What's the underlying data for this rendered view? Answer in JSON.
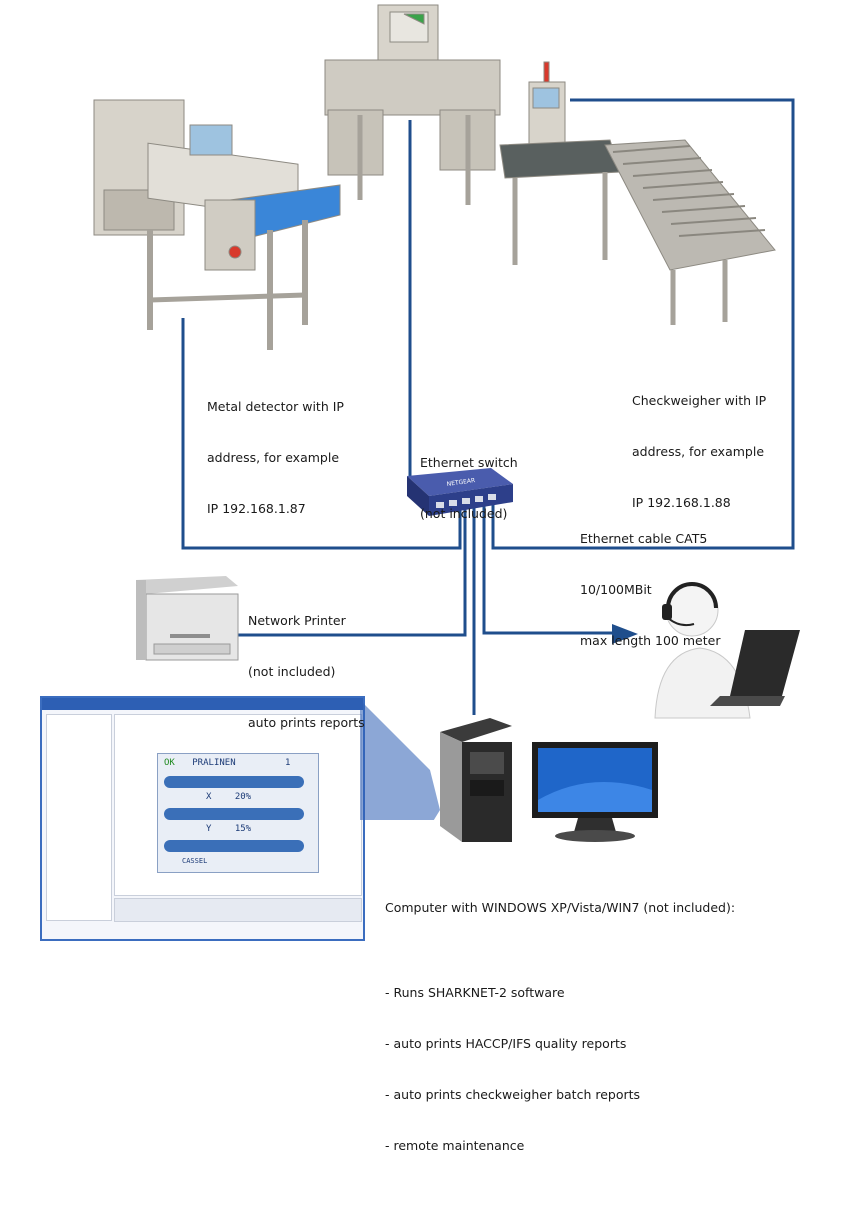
{
  "metal_detector": {
    "caption_lines": [
      "Metal detector with IP",
      "address, for example",
      "IP 192.168.1.87"
    ]
  },
  "checkweigher": {
    "caption_lines": [
      "Checkweigher with IP",
      "address, for example",
      "IP 192.168.1.88"
    ]
  },
  "switch": {
    "caption_lines": [
      "Ethernet switch",
      "(not included)"
    ],
    "brand": "NETGEAR"
  },
  "cable": {
    "caption_lines": [
      "Ethernet cable CAT5",
      "10/100MBit",
      "max length 100 meter"
    ]
  },
  "printer": {
    "caption_lines": [
      "Network Printer",
      "(not included)",
      "auto prints reports"
    ]
  },
  "computer": {
    "title": "Computer with WINDOWS XP/Vista/WIN7 (not included):",
    "bullets": [
      "- Runs SHARKNET-2 software",
      "- auto prints HACCP/IFS quality reports",
      "- auto prints checkweigher batch reports",
      "- remote maintenance"
    ]
  },
  "software_screen": {
    "product": "PRALINEN",
    "status": "OK",
    "count": "1",
    "row1_letter": "X",
    "row1_value": "20%",
    "row2_letter": "Y",
    "row2_value": "15%",
    "footer": "CASSEL"
  },
  "colors": {
    "cable": "#1f4e8c",
    "arrow": "#1f4e8c",
    "switch_body": "#2d3f8a"
  }
}
